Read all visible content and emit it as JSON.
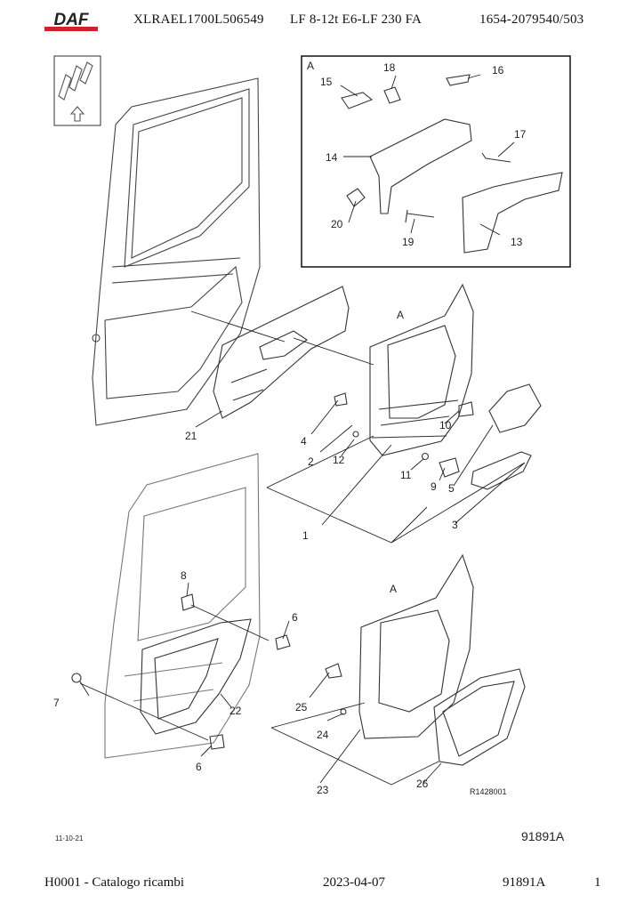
{
  "header": {
    "logo_text": "DAF",
    "vin": "XLRAEL1700L506549",
    "model": "LF  8-12t  E6-LF 230 FA",
    "ref": "1654-2079540/503"
  },
  "diagram": {
    "inset_label": "A",
    "callouts_inset": [
      "15",
      "18",
      "16",
      "17",
      "14",
      "20",
      "19",
      "13"
    ],
    "callouts_main": [
      "A",
      "21",
      "4",
      "2",
      "12",
      "10",
      "11",
      "9",
      "5",
      "1",
      "3"
    ],
    "callouts_lower": [
      "8",
      "6",
      "7",
      "22",
      "6",
      "A",
      "25",
      "24",
      "23",
      "26"
    ],
    "drawing_code": "R1428001",
    "date": "11-10-21",
    "figure_id": "91891A"
  },
  "footer": {
    "catalog": "H0001 - Catalogo ricambi",
    "date": "2023-04-07",
    "figure": "91891A",
    "page": "1"
  }
}
